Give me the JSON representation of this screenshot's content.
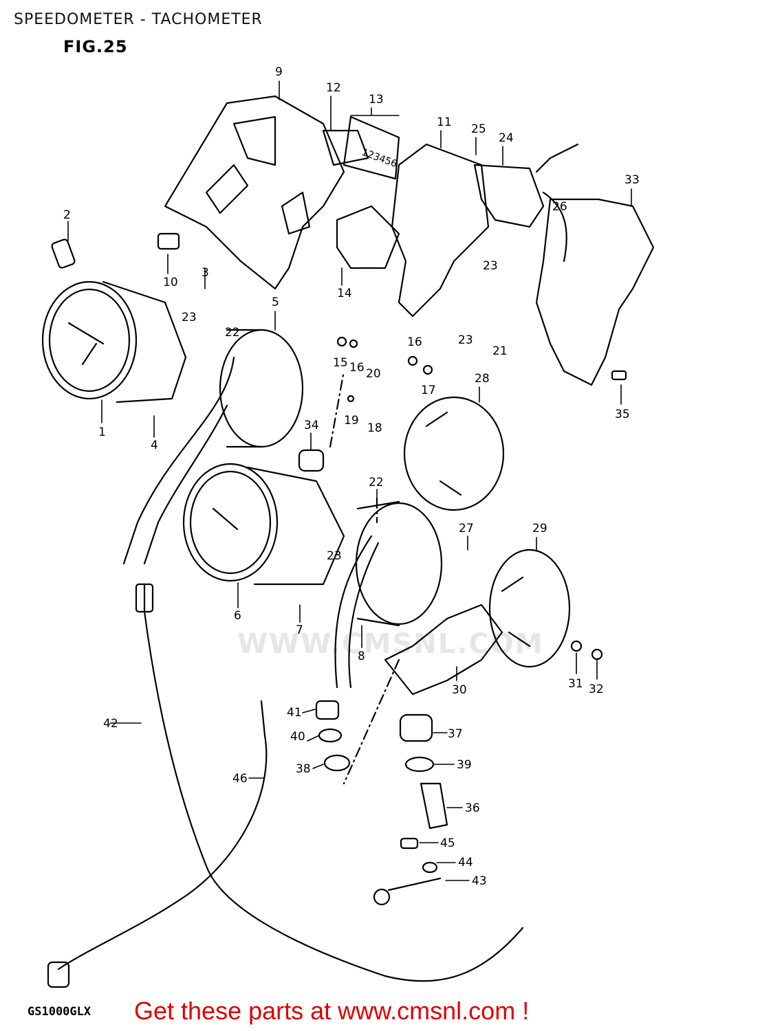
{
  "header": {
    "title": "SPEEDOMETER - TACHOMETER",
    "figure": "FIG.25"
  },
  "footer": {
    "model": "GS1000GLX",
    "promo": "Get these parts at www.cmsnl.com !",
    "promo_color": "#e00000"
  },
  "watermark": {
    "text": "WWW.CMSNL.COM"
  },
  "callouts": {
    "c1": "1",
    "c2": "2",
    "c3": "3",
    "c4": "4",
    "c5": "5",
    "c6": "6",
    "c7": "7",
    "c8": "8",
    "c9": "9",
    "c10": "10",
    "c11": "11",
    "c12": "12",
    "c13": "13",
    "c14": "14",
    "c15": "15",
    "c16a": "16",
    "c16b": "16",
    "c17": "17",
    "c18": "18",
    "c19": "19",
    "c20": "20",
    "c21": "21",
    "c22a": "22",
    "c22b": "22",
    "c23a": "23",
    "c23b": "23",
    "c23c": "23",
    "c23d": "23",
    "c24": "24",
    "c25": "25",
    "c26": "26",
    "c27": "27",
    "c28": "28",
    "c29": "29",
    "c30": "30",
    "c31": "31",
    "c32": "32",
    "c33": "33",
    "c34": "34",
    "c35": "35",
    "c36": "36",
    "c37": "37",
    "c38": "38",
    "c39": "39",
    "c40": "40",
    "c41": "41",
    "c42": "42",
    "c43": "43",
    "c44": "44",
    "c45": "45",
    "c46": "46"
  },
  "odometer": {
    "digits": "123456"
  }
}
